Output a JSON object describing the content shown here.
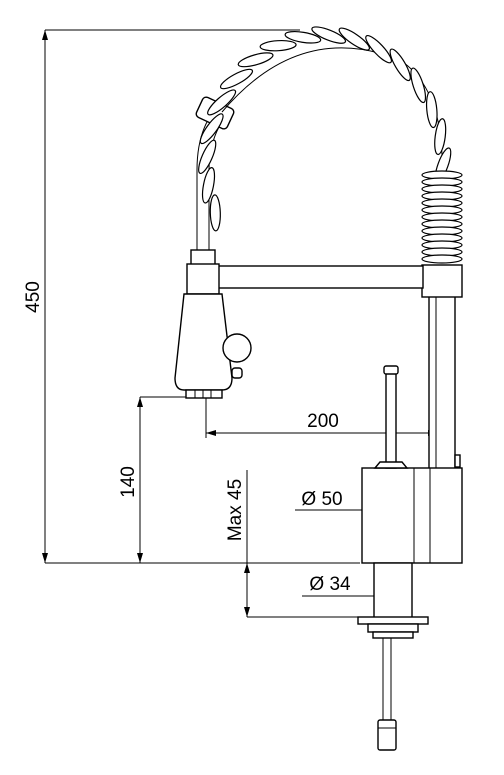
{
  "drawing": {
    "dimensions": {
      "total_height": "450",
      "spray_height": "140",
      "reach": "200",
      "max_deck": "Max 45",
      "body_diameter": "Ø 50",
      "shank_diameter": "Ø 34"
    }
  }
}
